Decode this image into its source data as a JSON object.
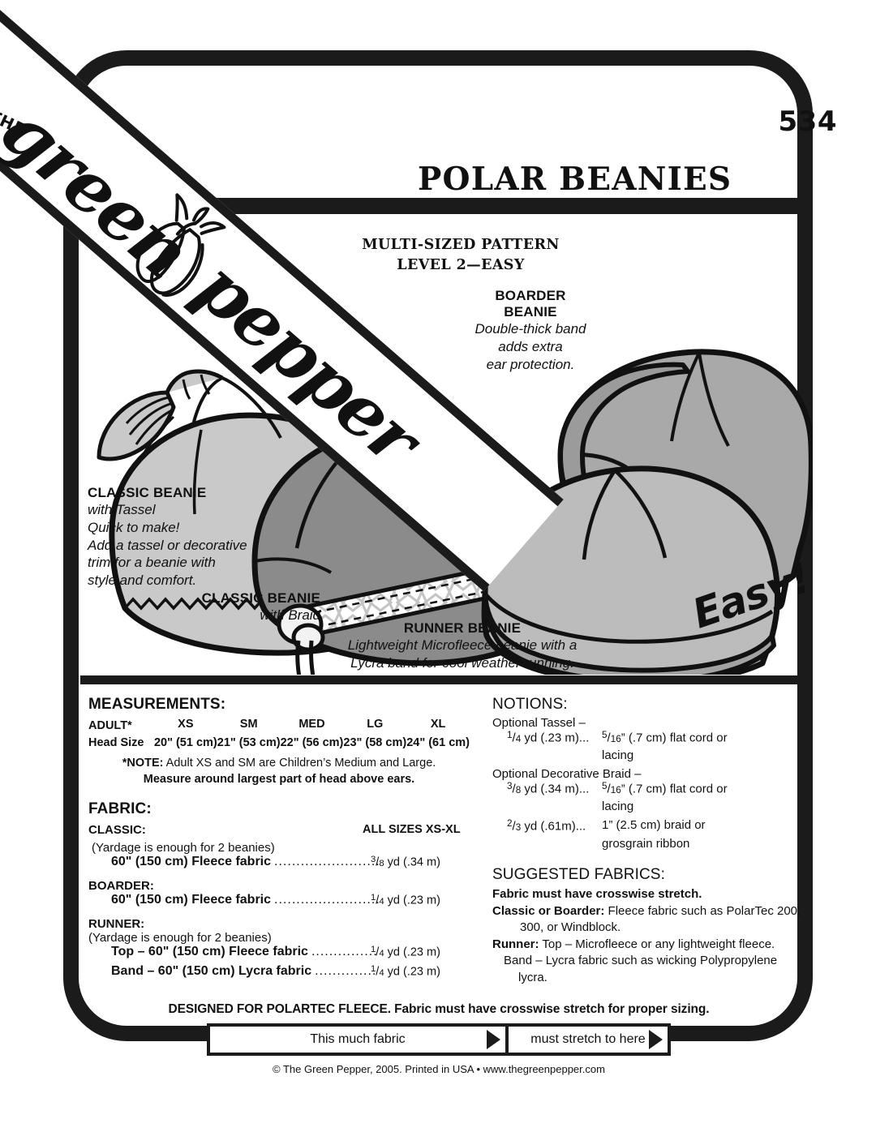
{
  "brand": {
    "the": "THE",
    "green": "green",
    "pepper": "pepper",
    "logo_icon": "pepper-icon"
  },
  "header": {
    "pattern_number": "534",
    "title": "POLAR BEANIES",
    "subtitle_line1": "MULTI-SIZED PATTERN",
    "subtitle_line2": "LEVEL 2—EASY",
    "easy_stamp": "Easy!"
  },
  "illustration": {
    "labels": [
      {
        "id": "classic-tassel",
        "heading": "CLASSIC BEANIE",
        "lines": [
          "with Tassel",
          "Quick to make!",
          "Add a tassel or decorative",
          "trim for a beanie with",
          " style and comfort."
        ]
      },
      {
        "id": "boarder",
        "heading_line1": "BOARDER",
        "heading_line2": "BEANIE",
        "lines": [
          "Double-thick band",
          "adds extra",
          "ear protection."
        ]
      },
      {
        "id": "classic-braid",
        "heading": "CLASSIC BEANIE",
        "lines": [
          "with Braid"
        ]
      },
      {
        "id": "runner",
        "heading": "RUNNER BEANIE",
        "lines": [
          "Lightweight Microfleece beanie with a",
          "Lycra band for cool weather running."
        ]
      }
    ],
    "colors": {
      "outline": "#111111",
      "classic_fill": "#c9c9c9",
      "braid_fill": "#8b8b8b",
      "boarder_fill": "#a9a9a9",
      "boarder_band": "#9b9b9b",
      "runner_fill": "#bcbcbc",
      "runner_band": "#a2a2a2",
      "trim_fill": "#ffffff",
      "trim_pattern": "#c4c4c4"
    }
  },
  "measurements": {
    "heading": "MEASUREMENTS:",
    "row_label_sizes": "ADULT*",
    "row_label_head": "Head Size",
    "sizes": [
      "XS",
      "SM",
      "MED",
      "LG",
      "XL"
    ],
    "head_sizes": [
      "20\" (51 cm)",
      "21\" (53 cm)",
      "22\" (56 cm)",
      "23\" (58 cm)",
      "24\" (61 cm)"
    ],
    "note_bold": "*NOTE:",
    "note_rest": " Adult XS and SM are Children’s Medium and Large.",
    "note_line2": "Measure around largest part of head above ears."
  },
  "fabric": {
    "heading": "FABRIC:",
    "all_sizes": "ALL SIZES XS-XL",
    "groups": [
      {
        "name": "CLASSIC:",
        "note": "(Yardage is enough for 2 beanies)",
        "rows": [
          {
            "item": "60\" (150 cm) Fleece fabric",
            "dots": "........................",
            "num": "3",
            "den": "8",
            "amount": " yd (.34 m)"
          }
        ]
      },
      {
        "name": "BOARDER:",
        "note": "",
        "rows": [
          {
            "item": "60\" (150 cm) Fleece fabric",
            "dots": "........................",
            "num": "1",
            "den": "4",
            "amount": " yd (.23 m)"
          }
        ]
      },
      {
        "name": "RUNNER:",
        "note": "(Yardage is enough for 2 beanies)",
        "rows": [
          {
            "item": "Top – 60\" (150 cm) Fleece fabric",
            "dots": "...............",
            "num": "1",
            "den": "4",
            "amount": " yd (.23 m)"
          },
          {
            "item": "Band – 60\" (150 cm) Lycra fabric",
            "dots": "..............",
            "num": "1",
            "den": "4",
            "amount": " yd (.23 m)"
          }
        ]
      }
    ]
  },
  "notions": {
    "heading": "NOTIONS:",
    "groups": [
      {
        "title": "Optional Tassel –",
        "items": [
          {
            "num": "1",
            "den": "4",
            "amount": " yd (.23 m)...",
            "desc_num": "5",
            "desc_den": "16",
            "desc": "” (.7 cm) flat cord or",
            "desc2": "lacing"
          }
        ]
      },
      {
        "title": "Optional Decorative Braid –",
        "items": [
          {
            "num": "3",
            "den": "8",
            "amount": " yd (.34 m)...",
            "desc_num": "5",
            "desc_den": "16",
            "desc": "” (.7 cm) flat cord or",
            "desc2": "lacing"
          },
          {
            "num": "2",
            "den": "3",
            "amount": " yd (.61m)...",
            "desc_num": "",
            "desc_den": "",
            "desc": "1” (2.5 cm) braid or",
            "desc2": "grosgrain ribbon"
          }
        ]
      }
    ]
  },
  "suggested": {
    "heading": "SUGGESTED FABRICS:",
    "must_stretch": "Fabric must have crosswise stretch.",
    "lines": [
      {
        "bold": "Classic or Boarder:",
        "rest": " Fleece fabric such as PolarTec 200,",
        "cont": "300, or Windblock."
      },
      {
        "bold": "Runner:",
        "rest": " Top – Microfleece or any lightweight  fleece.",
        "cont": "Band – Lycra fabric such as wicking Polypropylene",
        "cont2": "lycra."
      }
    ]
  },
  "footer": {
    "note": "DESIGNED FOR POLARTEC FLEECE. Fabric must have crosswise stretch for proper sizing.",
    "gauge_left": "This much fabric",
    "gauge_right": "must stretch to here",
    "copyright": "© The Green Pepper, 2005. Printed in USA  •  www.thegreenpepper.com"
  }
}
